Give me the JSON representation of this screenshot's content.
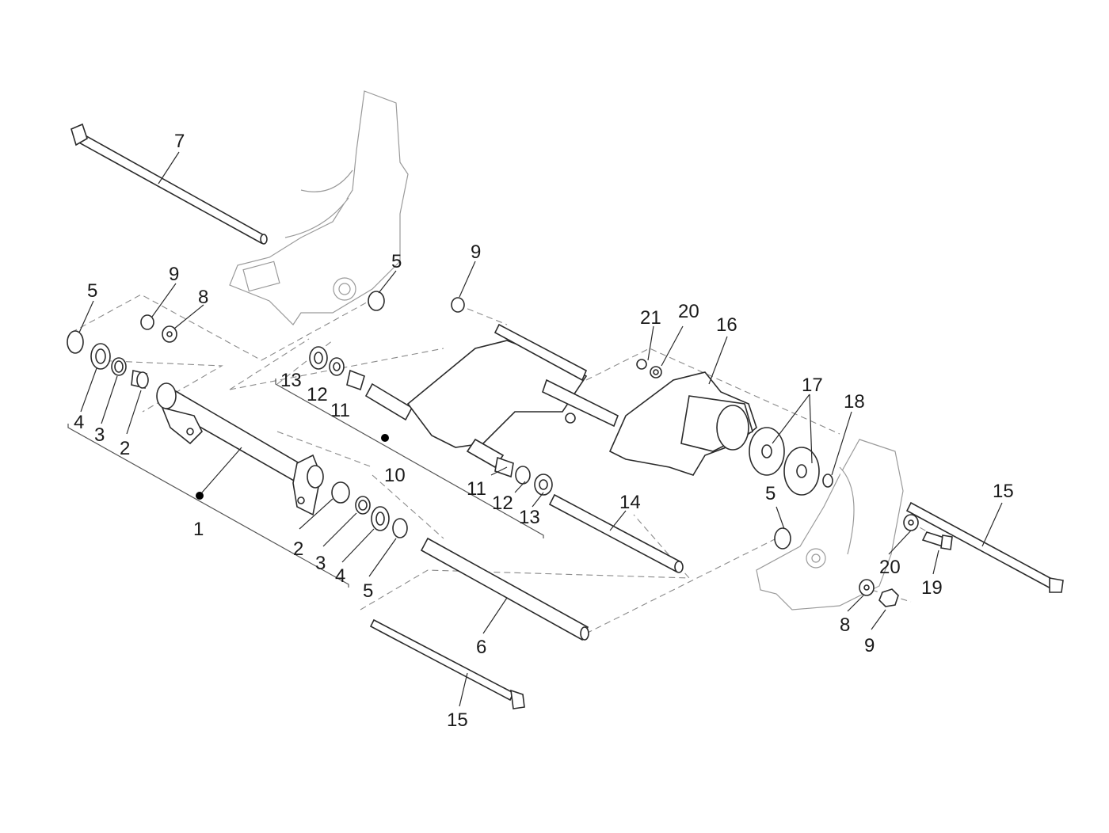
{
  "diagram": {
    "callouts": [
      {
        "id": "c7",
        "text": "7"
      },
      {
        "id": "c5a",
        "text": "5"
      },
      {
        "id": "c9a",
        "text": "9"
      },
      {
        "id": "c8a",
        "text": "8"
      },
      {
        "id": "c5b",
        "text": "5"
      },
      {
        "id": "c4a",
        "text": "4"
      },
      {
        "id": "c3a",
        "text": "3"
      },
      {
        "id": "c2a",
        "text": "2"
      },
      {
        "id": "c1",
        "text": "1"
      },
      {
        "id": "c2b",
        "text": "2"
      },
      {
        "id": "c3b",
        "text": "3"
      },
      {
        "id": "c4b",
        "text": "4"
      },
      {
        "id": "c5c",
        "text": "5"
      },
      {
        "id": "c6",
        "text": "6"
      },
      {
        "id": "c15a",
        "text": "15"
      },
      {
        "id": "c9b",
        "text": "9"
      },
      {
        "id": "c13a",
        "text": "13"
      },
      {
        "id": "c12a",
        "text": "12"
      },
      {
        "id": "c11a",
        "text": "11"
      },
      {
        "id": "c10",
        "text": "10"
      },
      {
        "id": "c11b",
        "text": "11"
      },
      {
        "id": "c12b",
        "text": "12"
      },
      {
        "id": "c13b",
        "text": "13"
      },
      {
        "id": "c14",
        "text": "14"
      },
      {
        "id": "c21",
        "text": "21"
      },
      {
        "id": "c20a",
        "text": "20"
      },
      {
        "id": "c16",
        "text": "16"
      },
      {
        "id": "c17",
        "text": "17"
      },
      {
        "id": "c18",
        "text": "18"
      },
      {
        "id": "c5d",
        "text": "5"
      },
      {
        "id": "c15b",
        "text": "15"
      },
      {
        "id": "c20b",
        "text": "20"
      },
      {
        "id": "c19",
        "text": "19"
      },
      {
        "id": "c8b",
        "text": "8"
      },
      {
        "id": "c9c",
        "text": "9"
      }
    ]
  }
}
